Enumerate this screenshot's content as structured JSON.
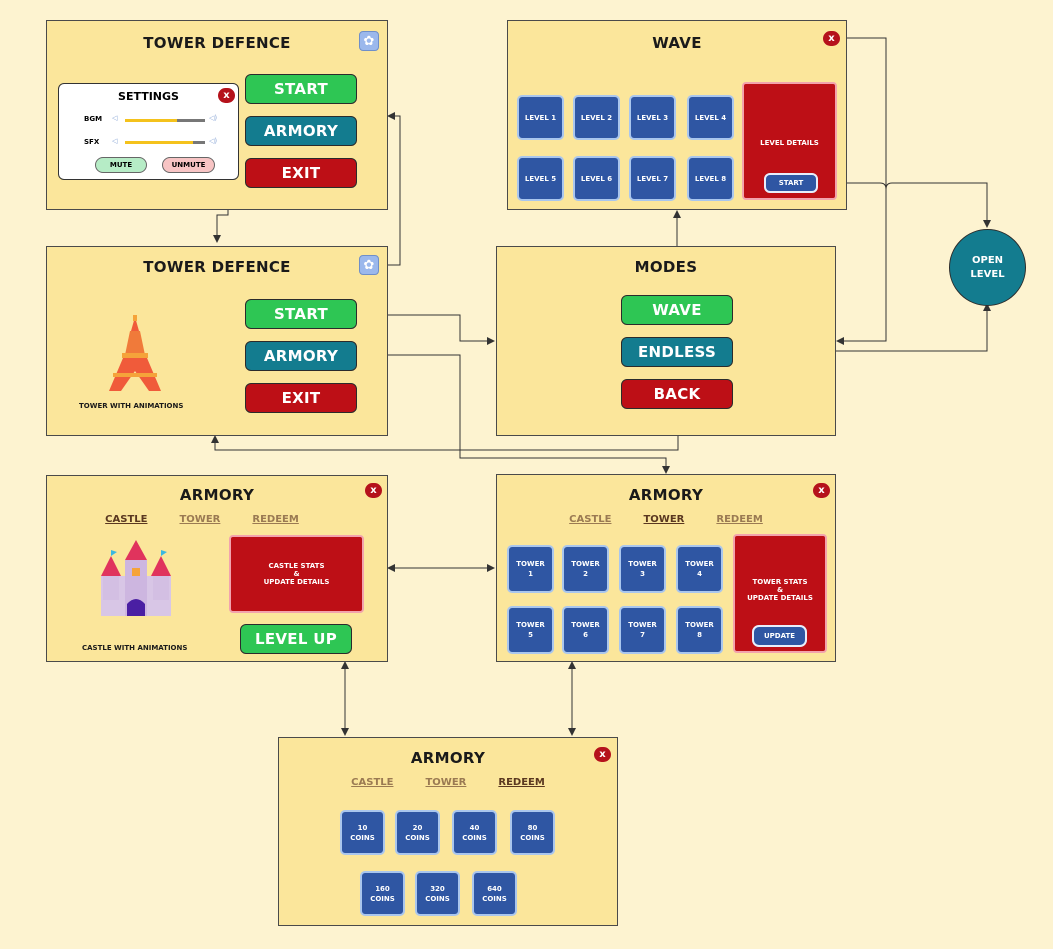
{
  "main_menu_settings": {
    "title": "TOWER DEFENCE",
    "buttons": [
      "START",
      "ARMORY",
      "EXIT"
    ],
    "settings": {
      "title": "SETTINGS",
      "close": "x",
      "rows": [
        {
          "label": "BGM",
          "level": 0.65
        },
        {
          "label": "SFX",
          "level": 0.85
        }
      ],
      "mute": "MUTE",
      "unmute": "UNMUTE"
    }
  },
  "main_menu": {
    "title": "TOWER DEFENCE",
    "buttons": [
      "START",
      "ARMORY",
      "EXIT"
    ],
    "caption": "TOWER WITH ANIMATIONS"
  },
  "wave": {
    "title": "WAVE",
    "close": "x",
    "levels": [
      "LEVEL 1",
      "LEVEL 2",
      "LEVEL 3",
      "LEVEL 4",
      "LEVEL 5",
      "LEVEL 6",
      "LEVEL 7",
      "LEVEL 8"
    ],
    "details": "LEVEL DETAILS",
    "start": "START"
  },
  "modes": {
    "title": "MODES",
    "buttons": [
      "WAVE",
      "ENDLESS",
      "BACK"
    ]
  },
  "open_level": {
    "line1": "OPEN",
    "line2": "LEVEL"
  },
  "armory_castle": {
    "title": "ARMORY",
    "close": "x",
    "tabs": [
      "CASTLE",
      "TOWER",
      "REDEEM"
    ],
    "stats_line1": "CASTLE STATS",
    "stats_line2": "&",
    "stats_line3": "UPDATE DETAILS",
    "level_up": "LEVEL UP",
    "caption": "CASTLE WITH ANIMATIONS"
  },
  "armory_tower": {
    "title": "ARMORY",
    "close": "x",
    "tabs": [
      "CASTLE",
      "TOWER",
      "REDEEM"
    ],
    "towers": [
      {
        "name": "TOWER",
        "num": "1"
      },
      {
        "name": "TOWER",
        "num": "2"
      },
      {
        "name": "TOWER",
        "num": "3"
      },
      {
        "name": "TOWER",
        "num": "4"
      },
      {
        "name": "TOWER",
        "num": "5"
      },
      {
        "name": "TOWER",
        "num": "6"
      },
      {
        "name": "TOWER",
        "num": "7"
      },
      {
        "name": "TOWER",
        "num": "8"
      }
    ],
    "stats_line1": "TOWER STATS",
    "stats_line2": "&",
    "stats_line3": "UPDATE DETAILS",
    "update": "UPDATE"
  },
  "armory_redeem": {
    "title": "ARMORY",
    "close": "x",
    "tabs": [
      "CASTLE",
      "TOWER",
      "REDEEM"
    ],
    "coins": [
      {
        "amount": "10",
        "unit": "COINS"
      },
      {
        "amount": "20",
        "unit": "COINS"
      },
      {
        "amount": "40",
        "unit": "COINS"
      },
      {
        "amount": "80",
        "unit": "COINS"
      },
      {
        "amount": "160",
        "unit": "COINS"
      },
      {
        "amount": "320",
        "unit": "COINS"
      },
      {
        "amount": "640",
        "unit": "COINS"
      }
    ]
  },
  "colors": {
    "background": "#fdf3d0",
    "screen": "#fbe69b",
    "green": "#2ec654",
    "teal": "#137c8f",
    "red": "#bd0f16",
    "tile": "#2f56a3"
  }
}
